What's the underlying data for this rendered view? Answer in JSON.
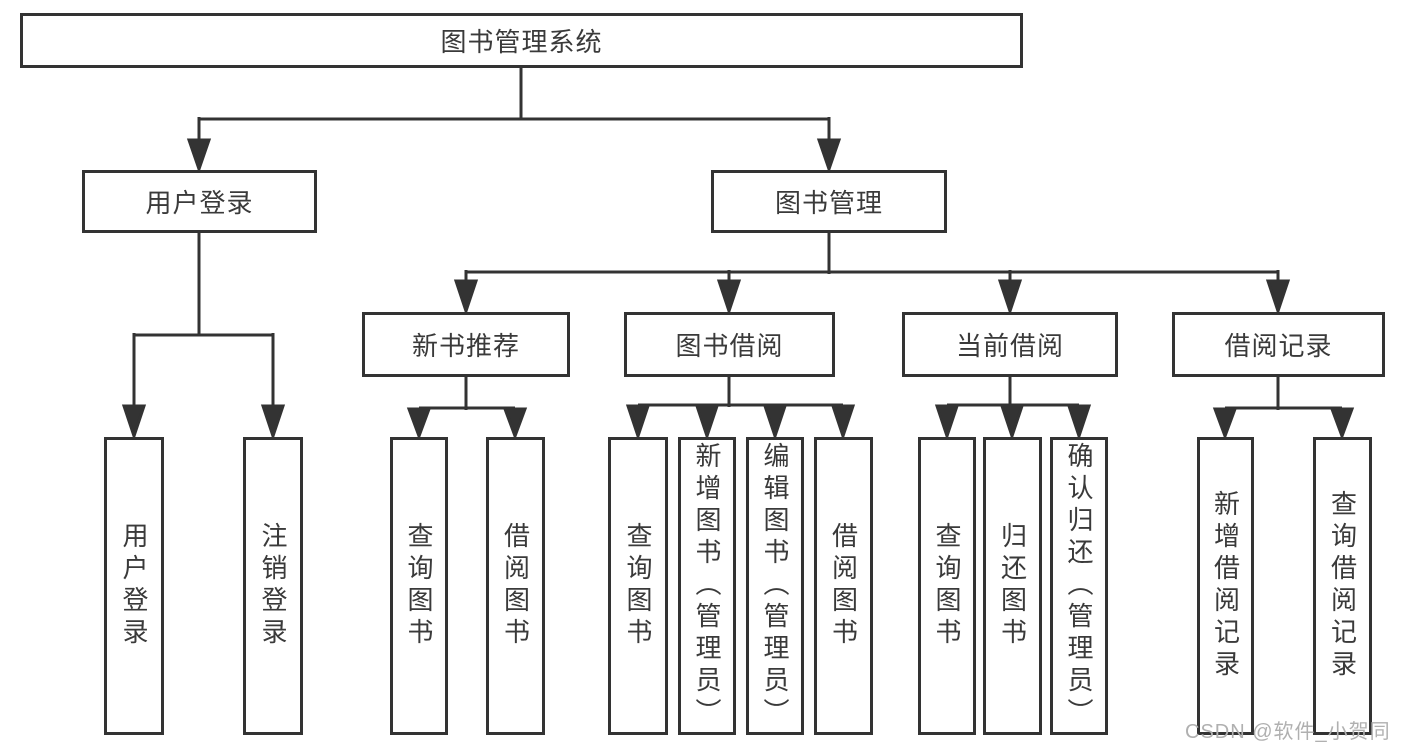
{
  "colors": {
    "line": "#333333",
    "text": "#3a3a3a",
    "watermark": "#b0b0b0",
    "bg": "#ffffff"
  },
  "watermark": "CSDN @软件_小贺同学",
  "tree": {
    "label": "图书管理系统",
    "children": [
      {
        "label": "用户登录",
        "children": [
          {
            "label": "用户登录"
          },
          {
            "label": "注销登录"
          }
        ]
      },
      {
        "label": "图书管理",
        "children": [
          {
            "label": "新书推荐",
            "children": [
              {
                "label": "查询图书"
              },
              {
                "label": "借阅图书"
              }
            ]
          },
          {
            "label": "图书借阅",
            "children": [
              {
                "label": "查询图书"
              },
              {
                "label": "新增图书（管理员）"
              },
              {
                "label": "编辑图书（管理员）"
              },
              {
                "label": "借阅图书"
              }
            ]
          },
          {
            "label": "当前借阅",
            "children": [
              {
                "label": "查询图书"
              },
              {
                "label": "归还图书"
              },
              {
                "label": "确认归还（管理员）"
              }
            ]
          },
          {
            "label": "借阅记录",
            "children": [
              {
                "label": "新增借阅记录"
              },
              {
                "label": "查询借阅记录"
              }
            ]
          }
        ]
      }
    ]
  }
}
